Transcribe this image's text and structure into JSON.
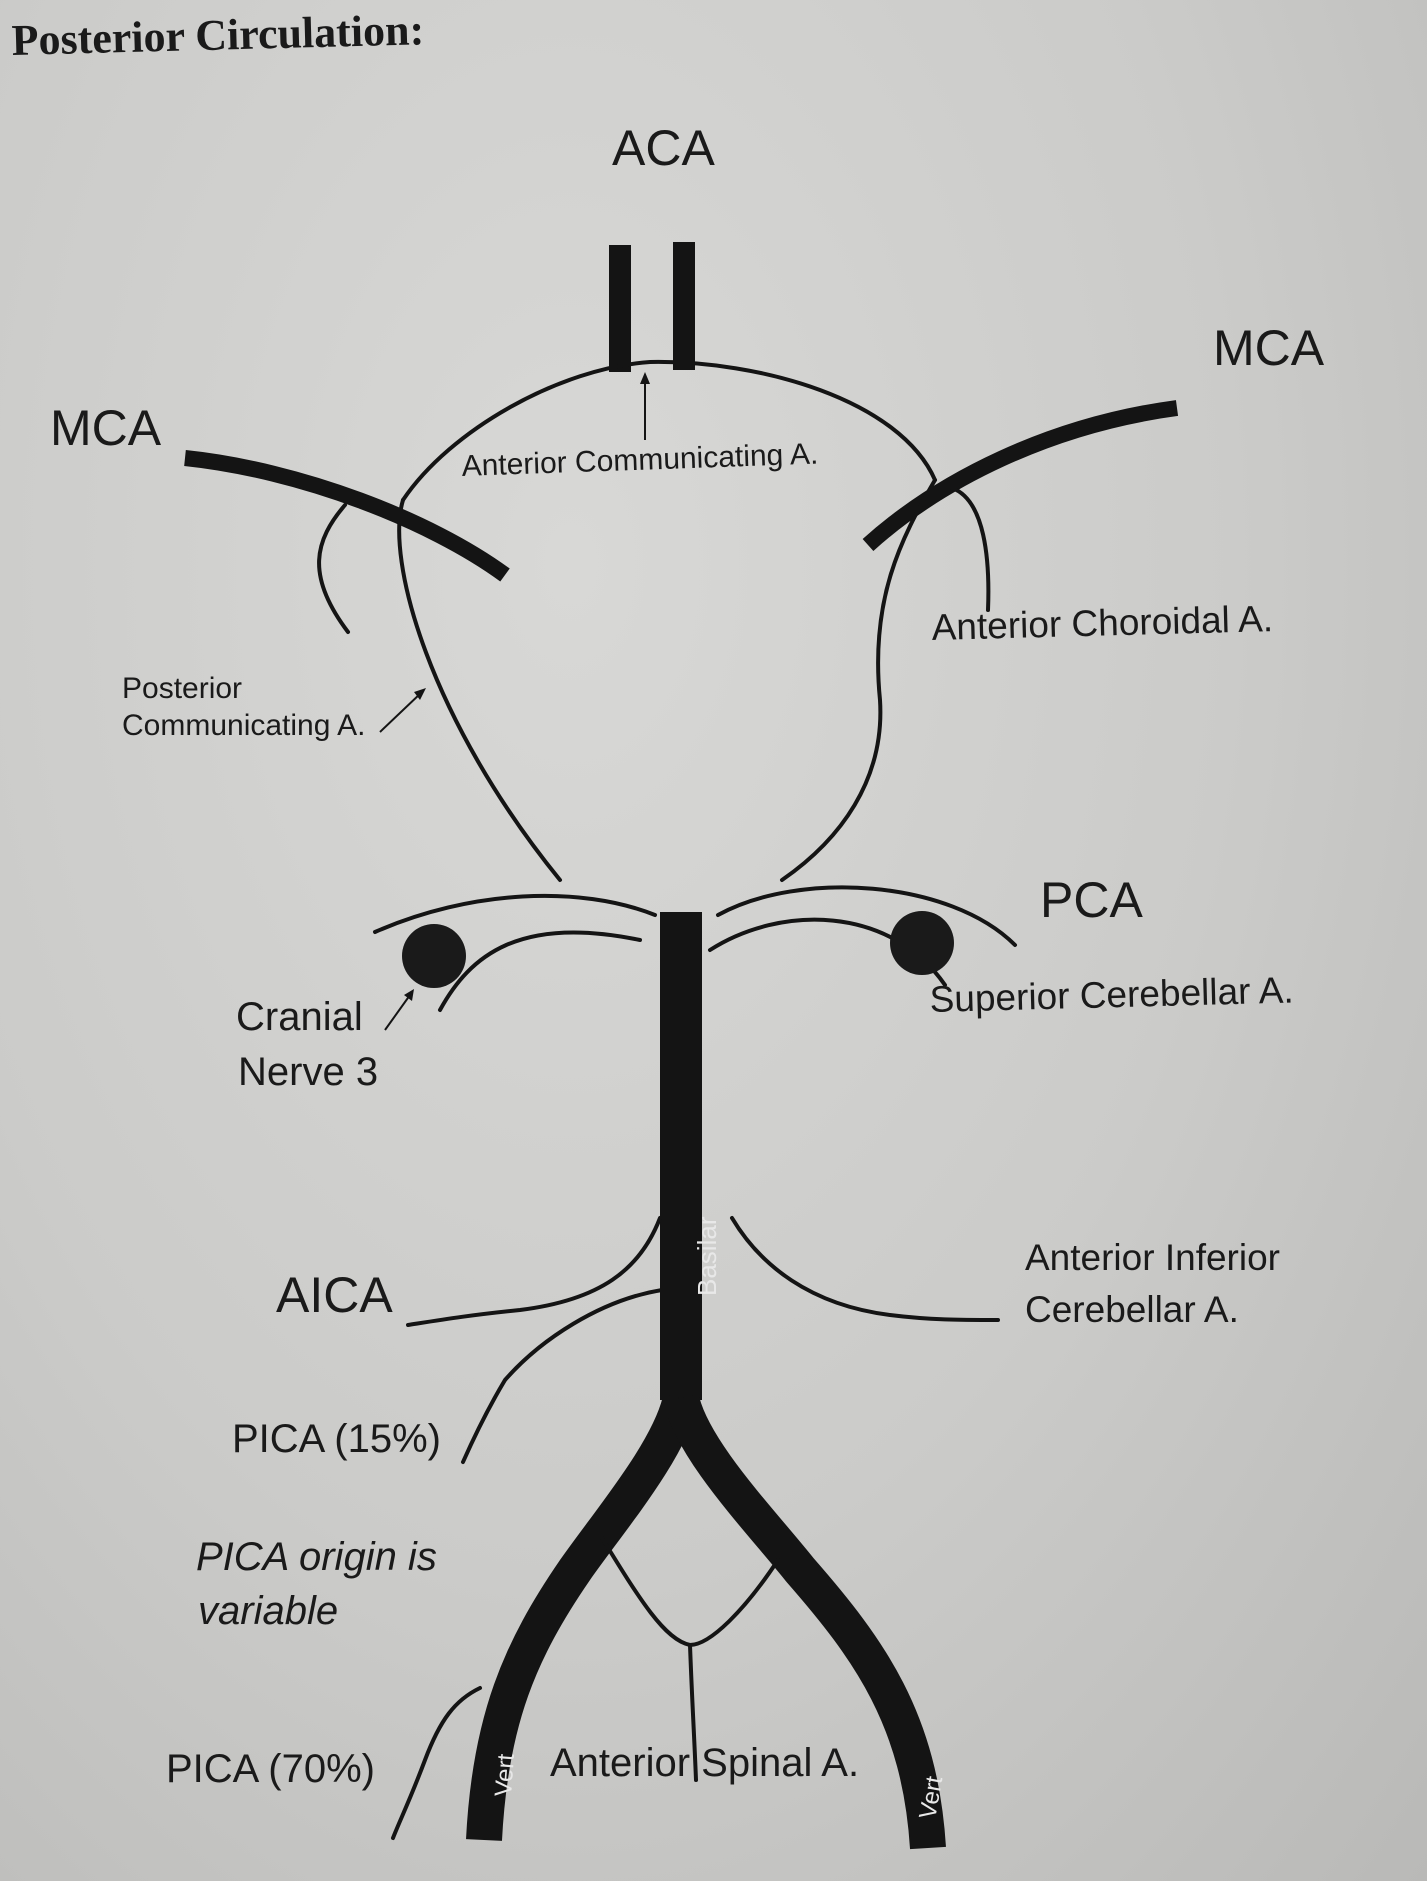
{
  "page": {
    "title": "Posterior Circulation:"
  },
  "labels": {
    "aca": "ACA",
    "mca_left": "MCA",
    "mca_right": "MCA",
    "anterior_communicating": "Anterior Communicating A.",
    "anterior_choroidal": "Anterior Choroidal A.",
    "posterior_communicating_line1": "Posterior",
    "posterior_communicating_line2": "Communicating A.",
    "pca": "PCA",
    "cranial_nerve_line1": "Cranial",
    "cranial_nerve_line2": "Nerve 3",
    "superior_cerebellar": "Superior Cerebellar A.",
    "basilar": "Basilar",
    "aica": "AICA",
    "anterior_inferior_line1": "Anterior Inferior",
    "anterior_inferior_line2": "Cerebellar A.",
    "pica_15": "PICA (15%)",
    "pica_variable_line1": "PICA origin is",
    "pica_variable_line2": "variable",
    "pica_70": "PICA (70%)",
    "anterior_spinal": "Anterior Spinal A.",
    "vert_left": "Vert",
    "vert_right": "Vert"
  },
  "colors": {
    "background": "#c9c9c7",
    "ink": "#141414"
  }
}
